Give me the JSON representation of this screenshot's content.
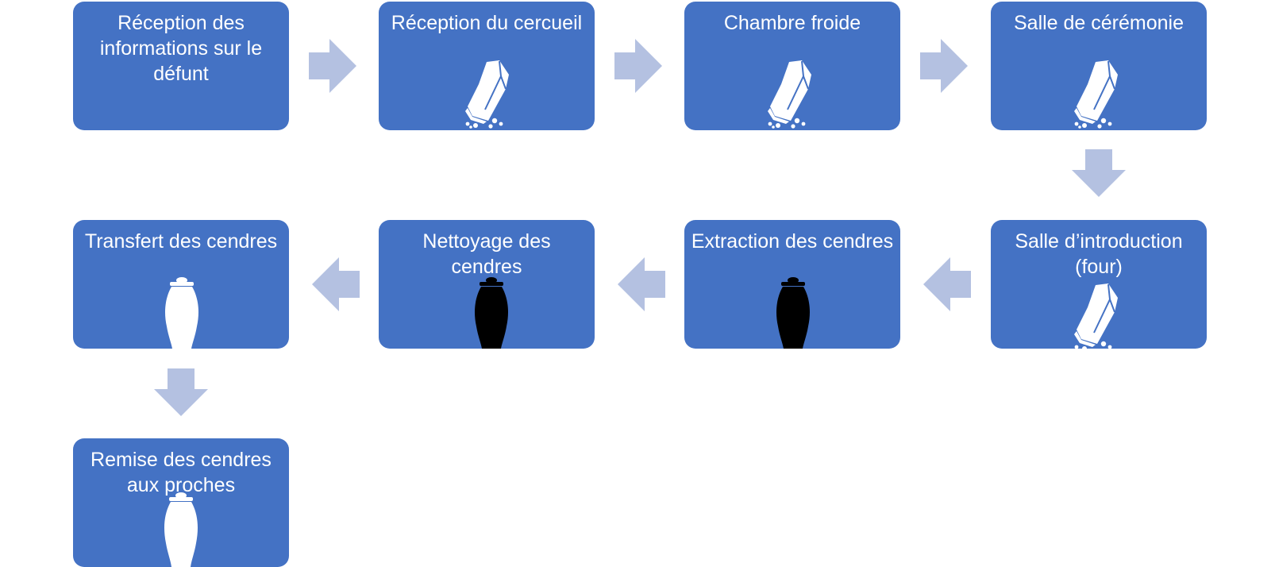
{
  "colors": {
    "box_fill": "#4472c4",
    "arrow_fill": "#b4c1e1",
    "text": "#ffffff",
    "icon_light": "#ffffff",
    "icon_dark": "#000000"
  },
  "steps": [
    {
      "label": "Réception des informations sur le défunt",
      "icon": "none"
    },
    {
      "label": "Réception du cercueil",
      "icon": "coffin-icon"
    },
    {
      "label": "Chambre froide",
      "icon": "coffin-icon"
    },
    {
      "label": "Salle de cérémonie",
      "icon": "coffin-icon"
    },
    {
      "label": "Salle d’introduction (four)",
      "icon": "coffin-icon"
    },
    {
      "label": "Extraction des cendres",
      "icon": "urn-icon-black"
    },
    {
      "label": "Nettoyage des cendres",
      "icon": "urn-icon-black"
    },
    {
      "label": "Transfert des cendres",
      "icon": "urn-icon-white"
    },
    {
      "label": "Remise des cendres aux proches",
      "icon": "urn-icon-white"
    }
  ],
  "arrows": [
    {
      "from": 1,
      "to": 2,
      "direction": "right"
    },
    {
      "from": 2,
      "to": 3,
      "direction": "right"
    },
    {
      "from": 3,
      "to": 4,
      "direction": "right"
    },
    {
      "from": 4,
      "to": 5,
      "direction": "down"
    },
    {
      "from": 5,
      "to": 6,
      "direction": "left"
    },
    {
      "from": 6,
      "to": 7,
      "direction": "left"
    },
    {
      "from": 7,
      "to": 8,
      "direction": "left"
    },
    {
      "from": 8,
      "to": 9,
      "direction": "down"
    }
  ]
}
